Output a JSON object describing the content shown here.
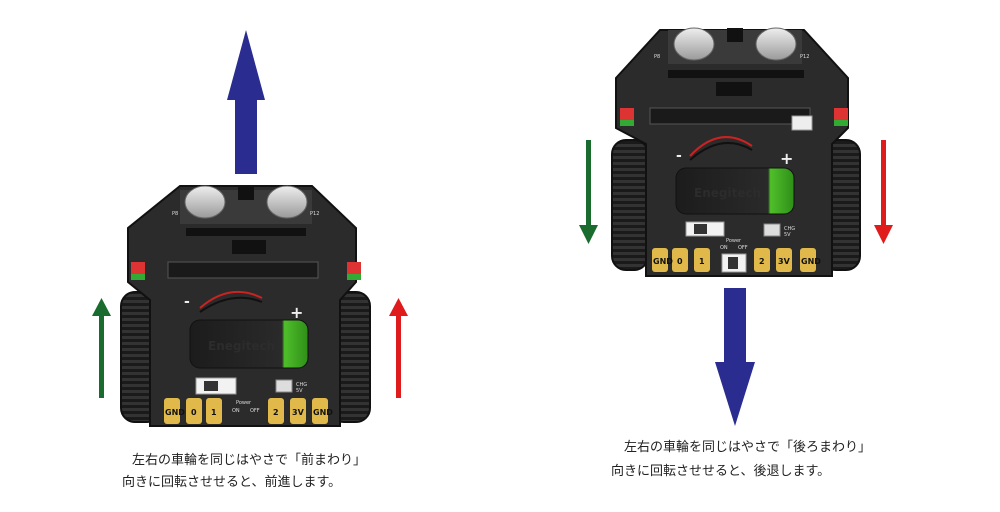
{
  "left_panel": {
    "caption_line1": "左右の車輪を同じはやさで「前まわり」",
    "caption_line2": "向きに回転させせると、前進します。"
  },
  "right_panel": {
    "caption_line1": "左右の車輪を同じはやさで「後ろまわり」",
    "caption_line2": "向きに回転させせると、後退します。"
  },
  "robot": {
    "battery_brand": "Enegitech",
    "pins": [
      "GND",
      "0",
      "1",
      "2",
      "3V",
      "GND"
    ],
    "header_labels": [
      "P8",
      "P12"
    ],
    "switch_label": "Power",
    "switch_states": [
      "ON",
      "OFF"
    ],
    "charge_label": "CHG",
    "charge_voltage": "5V"
  },
  "colors": {
    "body_arrow": "#2a2d8f",
    "left_wheel_arrow": "#1a6b2e",
    "right_wheel_arrow": "#e01b1b",
    "board": "#2b2b2b",
    "pad_gold": "#e0b94a"
  },
  "icons": [
    "up-arrow-icon",
    "down-arrow-icon"
  ]
}
